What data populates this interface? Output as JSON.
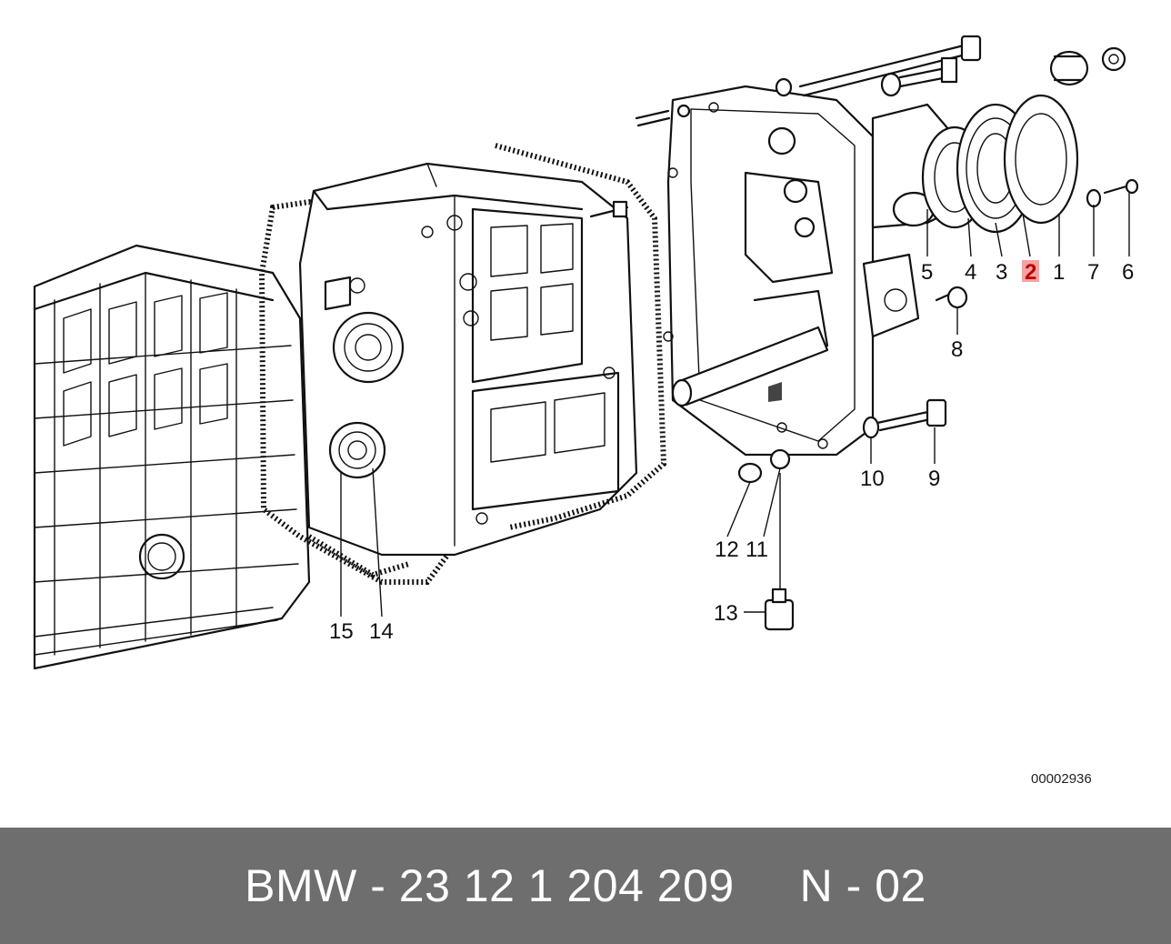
{
  "diagram": {
    "callouts": {
      "c1": "1",
      "c2": "2",
      "c3": "3",
      "c4": "4",
      "c5": "5",
      "c6": "6",
      "c7": "7",
      "c8": "8",
      "c9": "9",
      "c10": "10",
      "c11": "11",
      "c12": "12",
      "c13": "13",
      "c14": "14",
      "c15": "15"
    },
    "highlight_color": "#c00000",
    "reference_code": "00002936"
  },
  "footer": {
    "text": "BMW - 23 12 1 204 209     N - 02",
    "background": "#6e6e6e"
  }
}
